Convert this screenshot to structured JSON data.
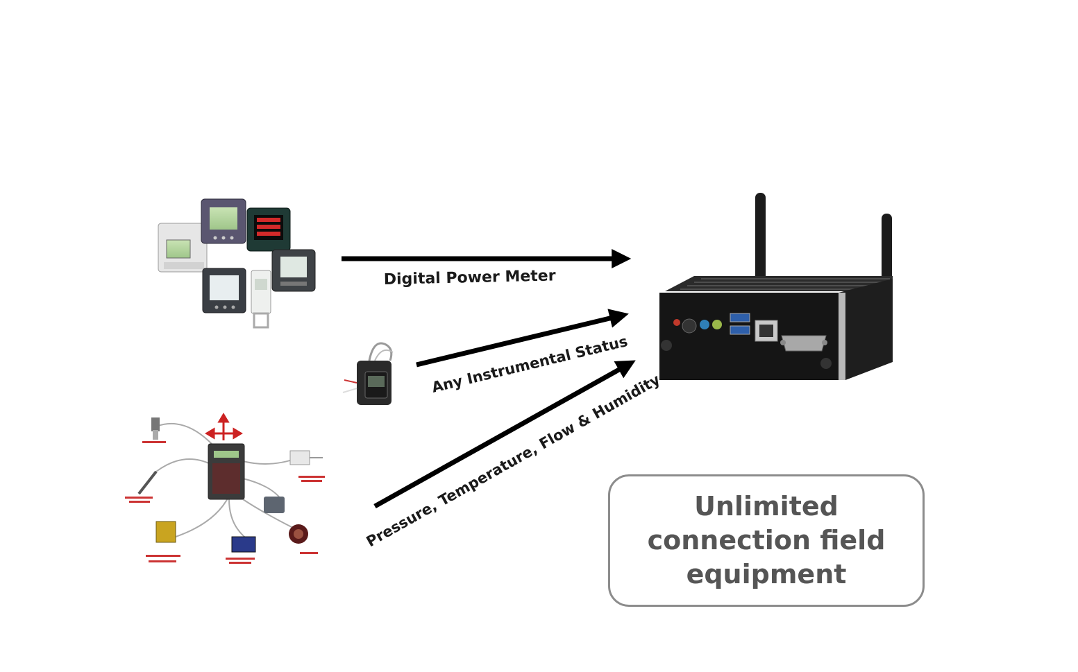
{
  "labels": {
    "power_meter": "Digital Power Meter",
    "instrumental_status": "Any Instrumental Status",
    "sensors": "Pressure, Temperature, Flow & Humidity"
  },
  "callout": {
    "line1": "Unlimited",
    "line2": "connection field",
    "line3": "equipment"
  },
  "colors": {
    "arrow": "#000000",
    "callout_border": "#8c8c8c",
    "callout_text": "#555555",
    "sensor_wiring_accent": "#cc2222"
  },
  "icons": {
    "power_meters": "digital-power-meter-group-icon",
    "status_sensor": "instrument-status-sensor-icon",
    "sensor_hub": "sensor-wiring-diagram-icon",
    "gateway": "embedded-gateway-device-icon"
  }
}
